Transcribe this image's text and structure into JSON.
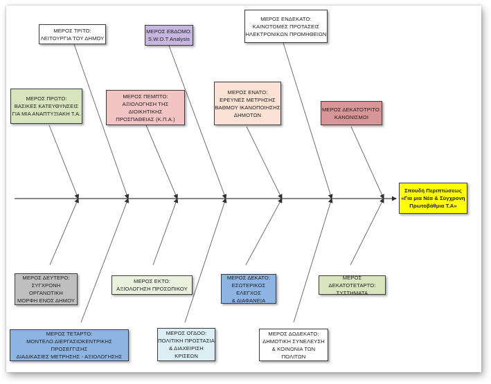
{
  "colors": {
    "spine": "#404040",
    "bone": "#6e6e6e",
    "white": "#ffffff",
    "lavender": "#c7b6df",
    "green": "#d8e4bd",
    "pink": "#f2c4c4",
    "peach": "#fbe2d5",
    "rose": "#d99696",
    "gray": "#bfbfbf",
    "lightgreen": "#ebf1de",
    "blue": "#8eb4e3",
    "aqua": "#dbeef4",
    "olive": "#d7e4bd",
    "yellow": "#ffff00"
  },
  "effect": {
    "label": "Σπουδή Περιπτώσεως\n«Για μια Νέα & Σύγχρονη\nΠρωτοβάθμια Τ.Α»"
  },
  "parts": [
    {
      "id": "part-1",
      "label": "ΜΕΡΟΣ ΠΡΩΤΟ:\nΒΑΣΙΚΕΣ ΚΑΤΕΥΘΥΝΣΕΙΣ\nΓΙΑ ΜΙΑ ΑΝΑΠΤΥΞΙΑΚΗ Τ.Α.",
      "color": "green"
    },
    {
      "id": "part-2",
      "label": "ΜΕΡΟΣ ΔΕΥΤΕΡΟ:\nΣΥΓΧΡΟΝΗ ΟΡΓΑΝΩΤΙΚΗ\nΜΟΡΦΗ ΕΝΟΣ ΔΗΜΟΥ",
      "color": "gray"
    },
    {
      "id": "part-3",
      "label": "ΜΕΡΟΣ ΤΡΙΤΟ:\nΛΕΙΤΟΥΡΓΙΑ ΤΟΥ ΔΗΜΟΥ",
      "color": "white"
    },
    {
      "id": "part-4",
      "label": "ΜΕΡΟΣ ΤΕΤΑΡΤΟ:\nΜΟΝΤΕΛΟ ΔΙΕΡΓΑΣΙΟΚΕΝΤΡΙΚΗΣ ΠΡΟΣΕΓΓΙΣΗΣ\nΔΙΑΔΙΚΑΣΙΕΣ ΜΕΤΡΗΣΗΣ - ΑΞΙΟΛΟΓΗΣΗΣ",
      "color": "blue"
    },
    {
      "id": "part-5",
      "label": "ΜΕΡΟΣ ΠΕΜΠΤΟ:\nΑΞΙΟΛΟΓΗΣΗ ΤΗΣ ΔΙΟΙΚΗΤΙΚΗΣ\nΠΡΟΣΠΑΘΕΙΑΣ (Κ.Π.Α.)",
      "color": "pink"
    },
    {
      "id": "part-6",
      "label": "ΜΕΡΟΣ ΕΚΤΟ:\nΑΞΙΟΛΟΓΗΣΗ ΠΡΟΣΩΠΙΚΟΥ",
      "color": "lightgreen"
    },
    {
      "id": "part-7",
      "label": "ΜΕΡΟΣ ΕΒΔΟΜΟ:\nS.W.O.T Analysis",
      "color": "lavender"
    },
    {
      "id": "part-8",
      "label": "ΜΕΡΟΣ ΟΓΔΟΟ:\nΠΟΛΙΤΙΚΗ ΠΡΟΣΤΑΣΙΑ\n& ΔΙΑΧΕΙΡΙΣΗ ΚΡΙΣΕΩΝ",
      "color": "aqua"
    },
    {
      "id": "part-9",
      "label": "ΜΕΡΟΣ ΕΝΑΤΟ:\nΕΡΕΥΝΕΣ ΜΕΤΡΗΣΗΣ\nΒΑΘΜΟΥ ΙΚΑΝΟΠΟΙΗΣΗΣ\nΔΗΜΟΤΩΝ",
      "color": "peach"
    },
    {
      "id": "part-10",
      "label": "ΜΕΡΟΣ ΔΕΚΑΤΟ:\nΕΣΩΤΕΡΙΚΟΣ ΕΛΕΓΧΟΣ\n& ΔΙΑΦΑΝΕΙΑ",
      "color": "blue"
    },
    {
      "id": "part-11",
      "label": "ΜΕΡΟΣ ΕΝΔΕΚΑΤΟ:\nΚΑΙΝΟΤΟΜΕΣ ΠΡΟΤΑΣΕΙΣ\nΗΛΕΚΤΡΟΝΙΚΩΝ ΠΡΟΜΗΘΕΙΩΝ",
      "color": "white"
    },
    {
      "id": "part-12",
      "label": "ΜΕΡΟΣ ΔΩΔΕΚΑΤΟ:\nΔΗΜΟΤΙΚΗ ΣΥΝΕΛΕΥΣΗ\n& ΚΟΙΝΩΝΙΑ ΤΩΝ ΠΟΛΙΤΩΝ",
      "color": "white"
    },
    {
      "id": "part-13",
      "label": "ΜΕΡΟΣ ΔΕΚΑΤΟΤΡΙΤΟ:\nΚΑΝΟΝΙΣΜΟΙ",
      "color": "rose"
    },
    {
      "id": "part-14",
      "label": "ΜΕΡΟΣ ΔΕΚΑΤΟΤΕΤΑΡΤΟ:\nΣΥΣΤΗΜΑΤΑ",
      "color": "olive"
    }
  ]
}
